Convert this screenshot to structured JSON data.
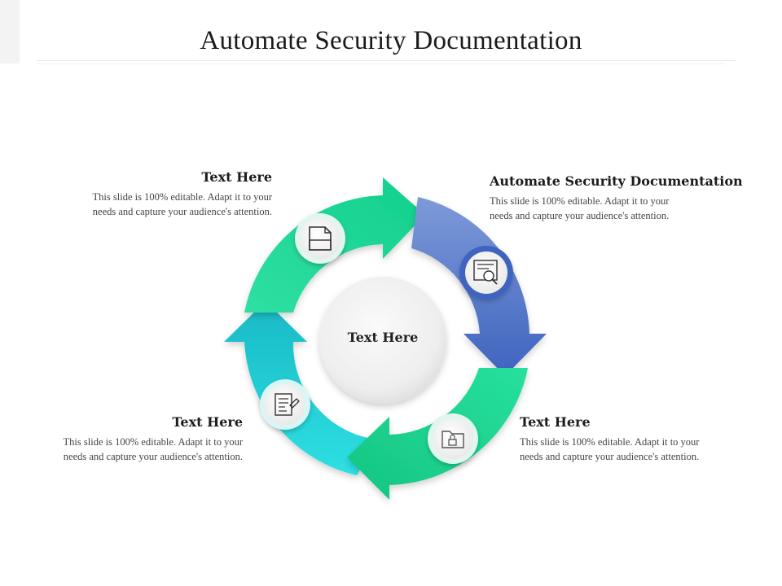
{
  "title": "Automate Security Documentation",
  "center": {
    "label": "Text Here"
  },
  "blocks": {
    "top_left": {
      "heading": "Text Here",
      "body": "This slide is 100% editable. Adapt it to your needs and capture your audience's attention."
    },
    "top_right": {
      "heading": "Automate Security Documentation",
      "body": "This slide is 100% editable. Adapt it to your needs and capture your audience's attention."
    },
    "bottom_left": {
      "heading": "Text Here",
      "body": "This slide is 100% editable. Adapt it to your needs and capture your audience's attention."
    },
    "bottom_right": {
      "heading": "Text Here",
      "body": "This slide is 100% editable. Adapt it to your needs and capture your audience's attention."
    }
  },
  "icons": {
    "top_left": "document-icon",
    "top_right": "code-search-icon",
    "bottom_right": "locked-folder-icon",
    "bottom_left": "edit-document-icon"
  },
  "colors": {
    "segment_green": "#1fd89a",
    "segment_blue": "#4f74c8",
    "segment_teal": "#22c9cf",
    "center_fill": "#ececec"
  }
}
